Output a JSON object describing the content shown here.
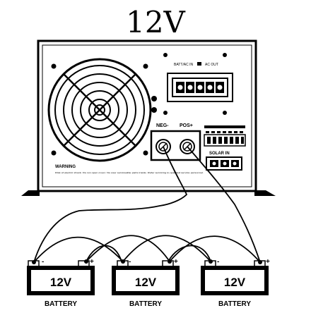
{
  "title": "12V",
  "inverter": {
    "warning_title": "WARNING",
    "warning_text": "Risk of electric shock. Do not open cover. No user serviceable parts inside. Refer servicing to qualified service personnel.",
    "ac_in_label": "BATT/AC IN",
    "ac_out_label": "AC OUT",
    "neg_label": "NEG-",
    "pos_label": "POS+",
    "solar_label": "SOLAR IN"
  },
  "batteries": [
    {
      "voltage": "12V",
      "name": "BATTERY",
      "neg": "-",
      "pos": "+"
    },
    {
      "voltage": "12V",
      "name": "BATTERY",
      "neg": "-",
      "pos": "+"
    },
    {
      "voltage": "12V",
      "name": "BATTERY",
      "neg": "-",
      "pos": "+"
    }
  ]
}
